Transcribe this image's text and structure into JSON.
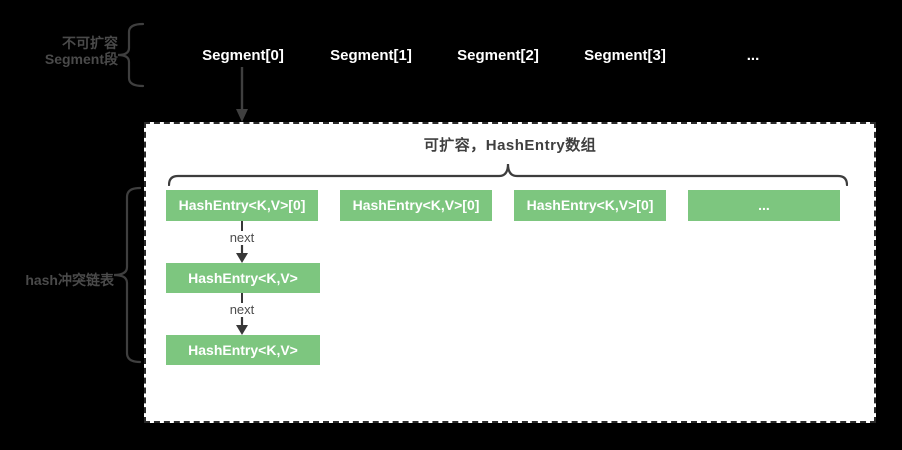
{
  "colors": {
    "background": "#000000",
    "panel_background": "#ffffff",
    "panel_border": "#2b2b2b",
    "bucket_green": "#7dc67f",
    "muted_label_gray": "#4a4a4a",
    "dark_line_gray": "#3d3d3d",
    "white_text": "#ffffff"
  },
  "top_group": {
    "label_line1": "不可扩容",
    "label_line2": "Segment段"
  },
  "segments": {
    "items": [
      "Segment[0]",
      "Segment[1]",
      "Segment[2]",
      "Segment[3]",
      "..."
    ]
  },
  "panel": {
    "title": "可扩容，HashEntry数组",
    "buckets": [
      "HashEntry<K,V>[0]",
      "HashEntry<K,V>[0]",
      "HashEntry<K,V>[0]",
      "..."
    ]
  },
  "chain": {
    "label": "hash冲突链表",
    "next_label": "next",
    "nodes": [
      "HashEntry<K,V>",
      "HashEntry<K,V>"
    ]
  }
}
